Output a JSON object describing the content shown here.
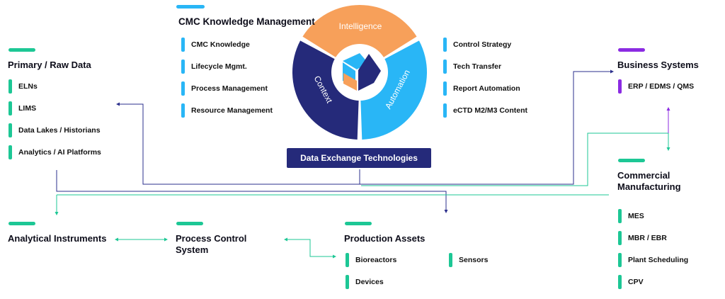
{
  "colors": {
    "green": "#1dc795",
    "blue": "#29b6f6",
    "purple": "#8b2be2",
    "navy": "#252a7a",
    "orange": "#f7a05a",
    "line_navy": "#2b2f8c",
    "line_teal": "#1dc795"
  },
  "cycle": {
    "intelligence": "Intelligence",
    "automation": "Automation",
    "context": "Context"
  },
  "data_exchange": "Data Exchange Technologies",
  "cmc": {
    "title": "CMC Knowledge Management",
    "left_items": [
      "CMC Knowledge",
      "Lifecycle Mgmt.",
      "Process Management",
      "Resource Management"
    ],
    "right_items": [
      "Control Strategy",
      "Tech Transfer",
      "Report Automation",
      "eCTD M2/M3 Content"
    ]
  },
  "primary": {
    "title": "Primary / Raw Data",
    "items": [
      "ELNs",
      "LIMS",
      "Data Lakes / Historians",
      "Analytics / AI Platforms"
    ]
  },
  "business": {
    "title": "Business Systems",
    "items": [
      "ERP / EDMS / QMS"
    ]
  },
  "commercial": {
    "title_line1": "Commercial",
    "title_line2": "Manufacturing",
    "items": [
      "MES",
      "MBR / EBR",
      "Plant Scheduling",
      "CPV"
    ]
  },
  "analytical": {
    "title": "Analytical Instruments"
  },
  "pcs": {
    "title_line1": "Process Control",
    "title_line2": "System"
  },
  "production": {
    "title": "Production Assets",
    "items": [
      "Bioreactors",
      "Sensors",
      "Devices"
    ]
  }
}
